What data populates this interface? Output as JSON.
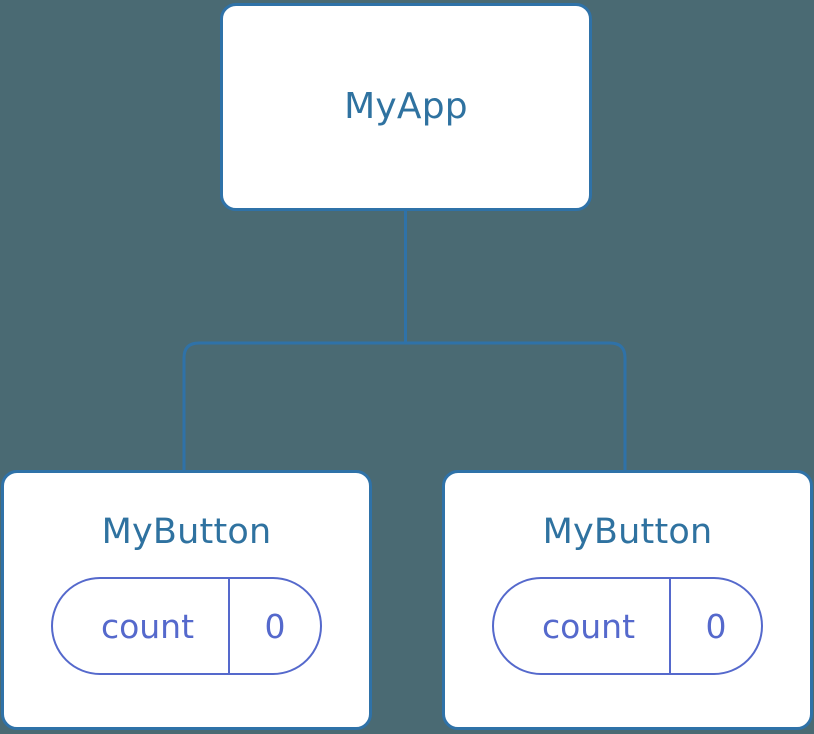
{
  "diagram": {
    "type": "component-tree",
    "background_color": "#4a6a73",
    "node_border_color": "#2f72a8",
    "node_fill_color": "#ffffff",
    "title_text_color": "#2f72a0",
    "state_accent_color": "#5569cc",
    "edge_color": "#2f72a8"
  },
  "root": {
    "label": "MyApp"
  },
  "children": [
    {
      "label": "MyButton",
      "state": {
        "key": "count",
        "value": "0"
      }
    },
    {
      "label": "MyButton",
      "state": {
        "key": "count",
        "value": "0"
      }
    }
  ]
}
